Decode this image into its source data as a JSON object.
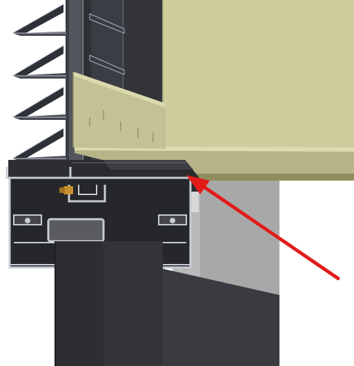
{
  "figure": {
    "subject": "louvre-sill-junction-cad-render",
    "colors": {
      "background": "#ffffff",
      "panel_face": "#cfcd9e",
      "panel_edge": "#a9a87a",
      "panel_shadow": "#8f8d5e",
      "louvre_blade": "#3d4049",
      "louvre_edge": "#c8ccd6",
      "frame_dark": "#2a2b2e",
      "frame_mid": "#45464b",
      "wall_light": "#b9b9b9",
      "profile_outline": "#c9cdd4",
      "screw": "#c8902e",
      "arrow": "#e21b1b"
    },
    "arrow": {
      "label": "",
      "icon": "pointer-arrow",
      "direction": "up-left"
    }
  }
}
